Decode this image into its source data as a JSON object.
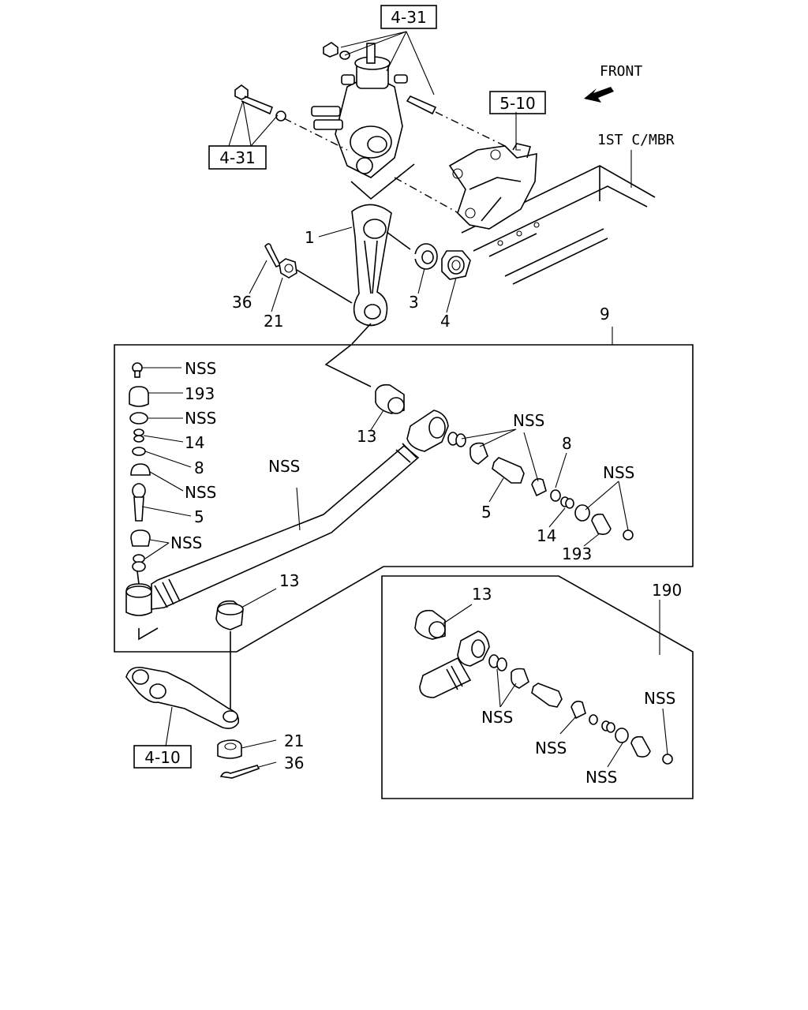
{
  "references": {
    "top_4_31": "4-31",
    "left_4_31": "4-31",
    "ref_5_10": "5-10",
    "ref_4_10": "4-10"
  },
  "orientation": {
    "front_label": "FRONT",
    "crossmember_label": "1ST C/MBR"
  },
  "upper_parts": {
    "pitman_arm": "1",
    "washer": "3",
    "nut": "4",
    "cotter_pin": "36",
    "castle_nut": "21"
  },
  "assembly_9": {
    "label": "9",
    "left_stack": [
      "NSS",
      "193",
      "NSS",
      "14",
      "8",
      "NSS",
      "5",
      "NSS"
    ],
    "rod_label": "NSS",
    "right_bushing": "13",
    "right_nss_group": "NSS",
    "right_8": "8",
    "right_5": "5",
    "right_nss_2": "NSS",
    "right_14": "14",
    "right_193": "193",
    "lower_13": "13"
  },
  "lower_parts": {
    "castle_nut": "21",
    "cotter_pin": "36"
  },
  "assembly_190": {
    "label": "190",
    "bushing": "13",
    "nss_a": "NSS",
    "nss_b": "NSS",
    "nss_c": "NSS",
    "nss_d": "NSS"
  }
}
